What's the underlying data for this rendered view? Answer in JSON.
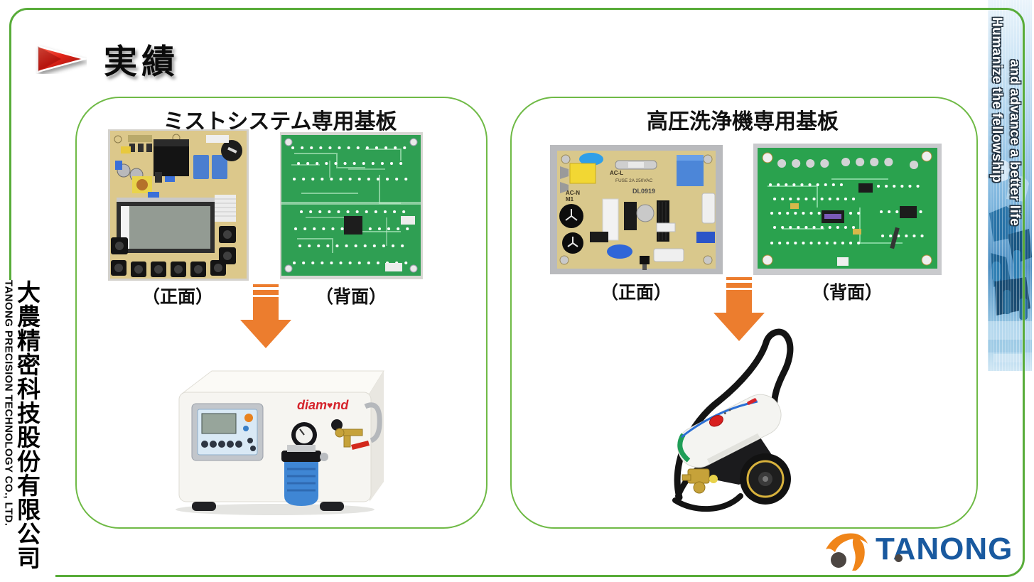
{
  "header": {
    "title": "実績"
  },
  "panels": {
    "mist": {
      "title": "ミストシステム専用基板",
      "front_label": "（正面）",
      "back_label": "（背面）"
    },
    "washer": {
      "title": "高圧洗浄機専用基板",
      "front_label": "（正面）",
      "back_label": "（背面）"
    }
  },
  "pcb_markings": {
    "ac_l": "AC-L",
    "fuse": "FUSE 2A 250VAC",
    "ac_n": "AC-N",
    "m1": "M1",
    "code": "DL0919"
  },
  "mist_brand": {
    "prefix": "diam",
    "heart": "♥",
    "suffix": "nd"
  },
  "sidebar_left": {
    "company_cjk": "大農精密科技股份有限公司",
    "company_en": "TANONG PRECISION TECHNOLOGY CO., LTD."
  },
  "sidebar_right": {
    "line1": "Humanize the fellowship",
    "line2": "and advance a better life"
  },
  "logo": {
    "text": "TANONG"
  },
  "colors": {
    "frame_green": "#58AC39",
    "box_green": "#6FBA46",
    "arrow_orange": "#EC7D2E",
    "logo_blue": "#19599F",
    "logo_orange": "#F08519",
    "brand_red": "#D5232B"
  }
}
